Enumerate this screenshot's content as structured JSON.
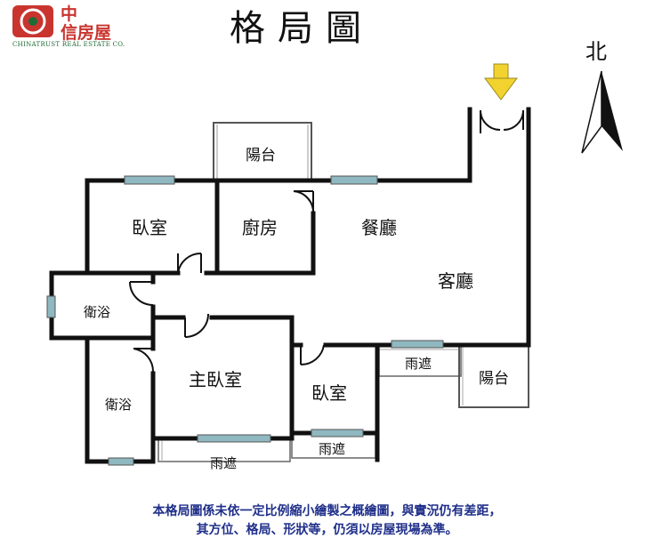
{
  "logo": {
    "text_line1": "中",
    "text_line2": "信房屋",
    "english": "CHINATRUST REAL ESTATE CO."
  },
  "title": "格局圖",
  "north": "北",
  "rooms": {
    "balcony_top": "陽台",
    "bedroom_nw": "臥室",
    "kitchen": "廚房",
    "dining": "餐廳",
    "living": "客廳",
    "bath_small": "衛浴",
    "bath_large": "衛浴",
    "master_bedroom": "主臥室",
    "bedroom_small": "臥室",
    "canopy_right": "雨遮",
    "balcony_right": "陽台",
    "canopy_mid": "雨遮",
    "canopy_bottom": "雨遮"
  },
  "disclaimer": {
    "line1": "本格局圖係未依一定比例縮小繪製之概繪圖，與實況仍有差距，",
    "line2": "其方位、格局、形狀等，仍須以房屋現場為準。"
  },
  "colors": {
    "wall": "#111111",
    "window": "#8fb8c0",
    "entrance_arrow": "#f2d22e",
    "logo_red": "#c9342f",
    "logo_green": "#1f6b35",
    "disclaimer": "#1f2f8a"
  }
}
